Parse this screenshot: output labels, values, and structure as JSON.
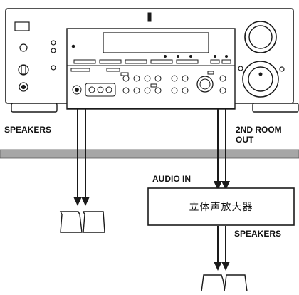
{
  "labels": {
    "speakers_left": "SPEAKERS",
    "second_room_out_line1": "2ND ROOM",
    "second_room_out_line2": "OUT",
    "audio_in": "AUDIO IN",
    "speakers_right": "SPEAKERS"
  },
  "amplifier": {
    "title": "立体声放大器"
  },
  "colors": {
    "line": "#1a1a1a",
    "wall": "#a6a6a6",
    "panel": "#ffffff"
  }
}
